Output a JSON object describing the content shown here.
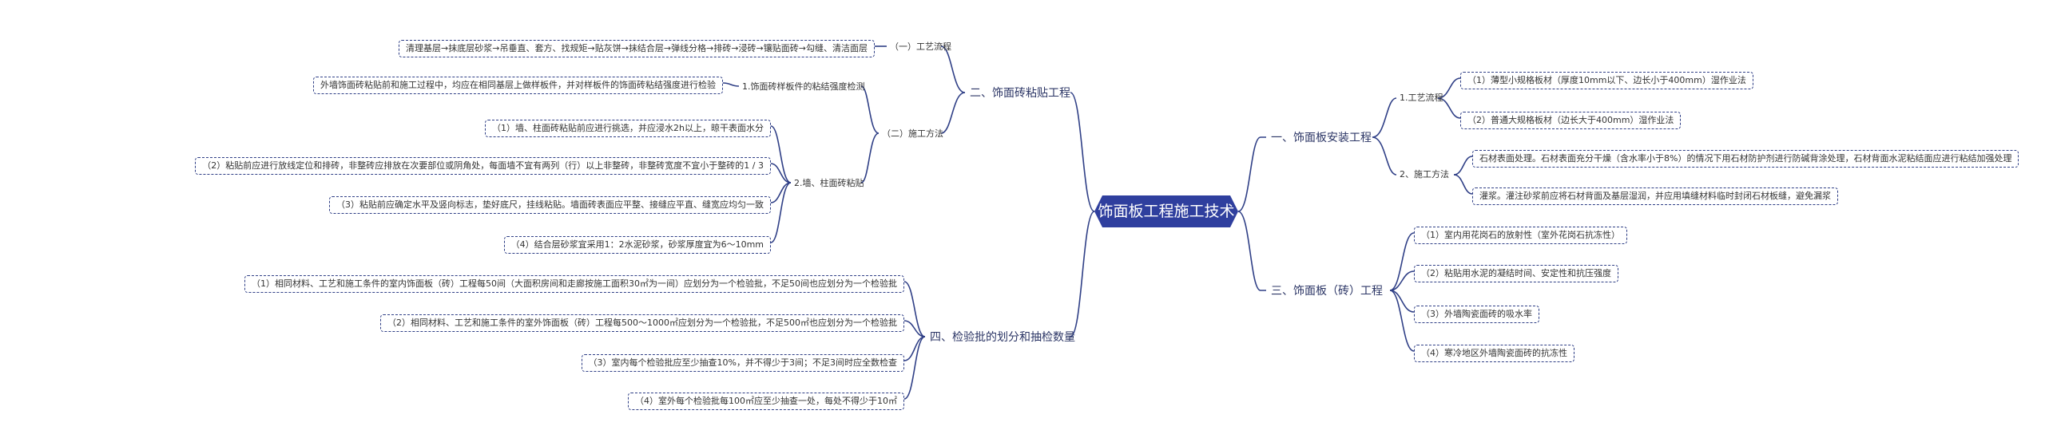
{
  "colors": {
    "line": "#2f3f86",
    "root_fill": "#2f3f9e",
    "text": "#333333"
  },
  "root": "饰面板工程施工技术",
  "right": {
    "b1": {
      "label": "一、饰面板安装工程",
      "s1": {
        "label": "1.工艺流程",
        "l1": "（1）薄型小规格板材（厚度10mm以下、边长小于400mm）湿作业法",
        "l2": "（2）普通大规格板材（边长大于400mm）湿作业法"
      },
      "s2": {
        "label": "2、施工方法",
        "l1": "石材表面处理。石材表面充分干燥（含水率小于8%）的情况下用石材防护剂进行防碱背涂处理，石材背面水泥粘结面应进行粘结加强处理",
        "l2": "灌浆。灌注砂浆前应将石材背面及基层湿润，并应用填缝材料临时封闭石材板缝，避免漏浆"
      }
    },
    "b3": {
      "label": "三、饰面板（砖）工程",
      "items": [
        "（1）室内用花岗石的放射性（室外花岗石抗冻性）",
        "（2）粘贴用水泥的凝结时间、安定性和抗压强度",
        "（3）外墙陶瓷面砖的吸水率",
        "（4）寒冷地区外墙陶瓷面砖的抗冻性"
      ]
    }
  },
  "left": {
    "b2": {
      "label": "二、饰面砖粘贴工程",
      "s1": {
        "label": "（一）工艺流程",
        "leaf": "清理基层→抹底层砂浆→吊垂直、套方、找规矩→贴灰饼→抹结合层→弹线分格→排砖→浸砖→镶贴面砖→勾缝、清洁面层"
      },
      "s2": {
        "label": "（二）施工方法",
        "s2a": {
          "label": "1.饰面砖样板件的粘结强度检测",
          "leaf": "外墙饰面砖粘贴前和施工过程中，均应在相同基层上做样板件，并对样板件的饰面砖粘结强度进行检验"
        },
        "s2b": {
          "label": "2.墙、柱面砖粘贴",
          "items": [
            "（1）墙、柱面砖粘贴前应进行挑选，并应浸水2h以上，晾干表面水分",
            "（2）粘贴前应进行放线定位和排砖，非整砖应排放在次要部位或阴角处，每面墙不宜有两列（行）以上非整砖，非整砖宽度不宜小于整砖的1 / 3",
            "（3）粘贴前应确定水平及竖向标志，垫好底尺，挂线粘贴。墙面砖表面应平整、接缝应平直、缝宽应均匀一致",
            "（4）结合层砂浆宜采用1：2水泥砂浆，砂浆厚度宜为6～10mm"
          ]
        }
      }
    },
    "b4": {
      "label": "四、检验批的划分和抽检数量",
      "items": [
        "（1）相同材料、工艺和施工条件的室内饰面板（砖）工程每50间（大面积房间和走廊按施工面积30㎡为一间）应划分为一个检验批，不足50间也应划分为一个检验批",
        "（2）相同材料、工艺和施工条件的室外饰面板（砖）工程每500～1000㎡应划分为一个检验批，不足500㎡也应划分为一个检验批",
        "（3）室内每个检验批应至少抽查10%，并不得少于3间；不足3间时应全数检查",
        "（4）室外每个检验批每100㎡应至少抽查一处，每处不得少于10㎡"
      ]
    }
  }
}
